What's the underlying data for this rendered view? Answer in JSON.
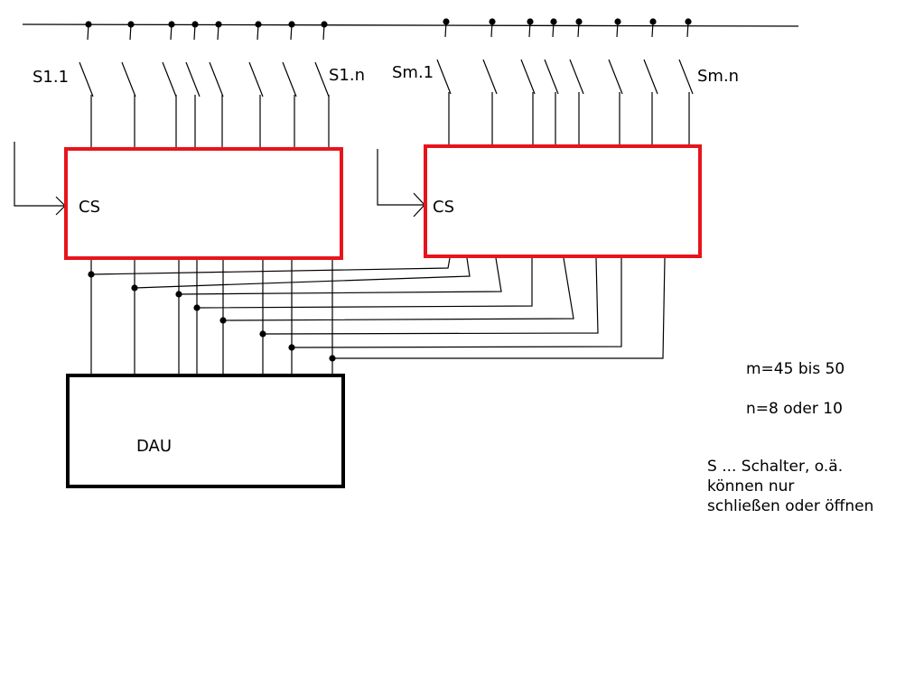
{
  "diagram": {
    "switch_labels": {
      "group1_first": "S1.1",
      "group1_last": "S1.n",
      "groupm_first": "Sm.1",
      "groupm_last": "Sm.n"
    },
    "blocks": {
      "cs_left": "CS",
      "cs_right": "CS",
      "dau": "DAU"
    },
    "colors": {
      "cs_border": "#e8141b",
      "dau_border": "#000000",
      "wire": "#000000"
    },
    "notes": {
      "m_range": "m=45 bis 50",
      "n_range": "n=8 oder 10",
      "legend_line1": "S ... Schalter, o.ä.",
      "legend_line2": "können nur",
      "legend_line3": "schließen oder öffnen"
    }
  }
}
